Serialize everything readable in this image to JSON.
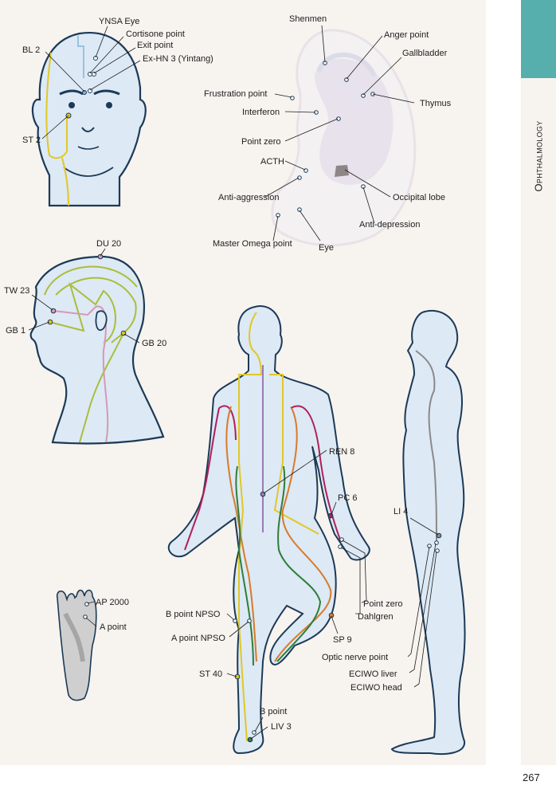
{
  "page": {
    "section_tab": "Ophthalmology",
    "page_number": "267",
    "colors": {
      "panel_bg": "#f7f3ef",
      "tab_accent": "#56aead",
      "skin": "#dde9f4",
      "outline": "#1b3a57",
      "meridian_yellow": "#e0c828",
      "meridian_green": "#a9be3a",
      "meridian_pink": "#d49ab5",
      "meridian_orange": "#d97a2b",
      "meridian_darkgreen": "#2f7d3a",
      "meridian_magenta": "#b0205a",
      "meridian_purple": "#9a7ab0",
      "meridian_gray": "#8a8a8a"
    }
  },
  "figures": {
    "front_head": {
      "labels": [
        "YNSA Eye",
        "Cortisone point",
        "Exit point",
        "Ex-HN 3 (Yintang)",
        "BL 2",
        "ST 2"
      ]
    },
    "ear": {
      "labels": [
        "Shenmen",
        "Anger point",
        "Gallbladder",
        "Thymus",
        "Frustration point",
        "Interferon",
        "Point zero",
        "ACTH",
        "Occipital lobe",
        "Anti-aggression",
        "Anti-depression",
        "Master Omega point",
        "Eye"
      ]
    },
    "side_head": {
      "labels": [
        "DU 20",
        "TW 23",
        "GB 1",
        "GB 20"
      ]
    },
    "front_body": {
      "labels": [
        "REN 8",
        "PC 6",
        "Point zero",
        "Dahlgren",
        "B point NPSO",
        "A point NPSO",
        "SP 9",
        "ST 40",
        "B point",
        "LIV 3"
      ]
    },
    "side_body": {
      "labels": [
        "LI 4",
        "Optic nerve point",
        "ECIWO liver",
        "ECIWO head"
      ]
    },
    "foot": {
      "labels": [
        "AP 2000",
        "A point"
      ]
    }
  }
}
